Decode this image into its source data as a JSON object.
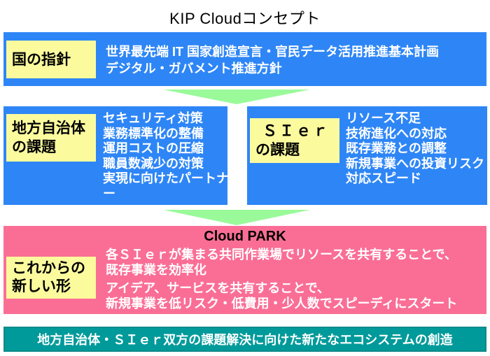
{
  "title": "KIP Cloudコンセプト",
  "colors": {
    "box_blue": "#2E86F6",
    "label_yellow": "#FBFB9E",
    "arrow_green": "#9AFA9A",
    "park_pink": "#FA6E96",
    "footer_teal": "#009A9A"
  },
  "national": {
    "label": "国の指針",
    "lines": [
      "世界最先端 IT 国家創造宣言・官民データ活用推進基本計画",
      "デジタル・ガバメント推進方針"
    ]
  },
  "municipality": {
    "label_lines": [
      "地方自治体",
      "の課題"
    ],
    "items": [
      "セキュリティ対策",
      "業務標準化の整備",
      "運用コストの圧縮",
      "職員数減少の対策",
      "実現に向けたパートナー"
    ]
  },
  "sier": {
    "label_lines": [
      "ＳＩｅｒ",
      "の課題"
    ],
    "items": [
      "リソース不足",
      "技術進化への対応",
      "既存業務との調整",
      "新規事業への投資リスク",
      "対応スピード"
    ]
  },
  "cloud_park": {
    "title": "Cloud PARK",
    "label_lines": [
      "これからの",
      "新しい形"
    ],
    "paragraphs": [
      [
        "各ＳＩｅｒが集まる共同作業場でリソースを共有することで、",
        "既存事業を効率化"
      ],
      [
        "アイデア、サービスを共有することで、",
        "新規事業を低リスク・低費用・少人数でスピーディにスタート"
      ]
    ]
  },
  "footer": "地方自治体・ＳＩｅｒ双方の課題解決に向けた新たなエコシステムの創造"
}
